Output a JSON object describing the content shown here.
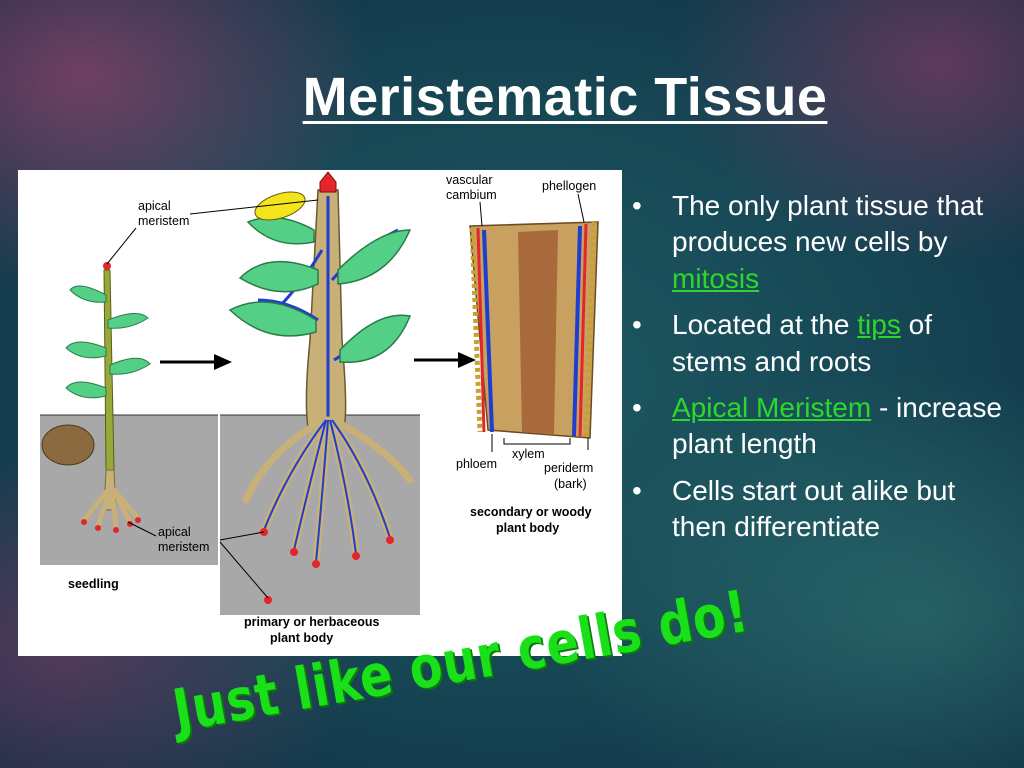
{
  "slide": {
    "title": "Meristematic Tissue",
    "slogan": "Just like our cells do!"
  },
  "diagram": {
    "labels": {
      "apical_meristem_top": [
        "apical",
        "meristem"
      ],
      "apical_meristem_bottom": [
        "apical",
        "meristem"
      ],
      "seedling": "seedling",
      "primary_body": [
        "primary or herbaceous",
        "plant body"
      ],
      "vascular_cambium": [
        "vascular",
        "cambium"
      ],
      "phellogen": "phellogen",
      "xylem": "xylem",
      "phloem": "phloem",
      "periderm": [
        "periderm",
        "(bark)"
      ],
      "secondary_body": [
        "secondary or woody",
        "plant body"
      ]
    }
  },
  "bullets": [
    {
      "dot": "•",
      "text_before": "The only plant tissue that produces new cells by ",
      "link": "mitosis",
      "text_after": ""
    },
    {
      "dot": "•",
      "text_before": "Located at the ",
      "link": "tips",
      "text_after": " of stems and roots"
    },
    {
      "dot": "•",
      "text_before": "",
      "link": "Apical Meristem",
      "text_after": " - increase plant length"
    },
    {
      "dot": "•",
      "text_before": "Cells start out alike but then differentiate",
      "link": "",
      "text_after": ""
    }
  ],
  "colors": {
    "link": "#2bd82b",
    "slogan": "#19e019",
    "soil": "#a8a8a8",
    "leaf": "#54cf86",
    "stem": "#c8b078",
    "meristem_tip": "#e4262b",
    "vessel": "#1e3ed0"
  }
}
